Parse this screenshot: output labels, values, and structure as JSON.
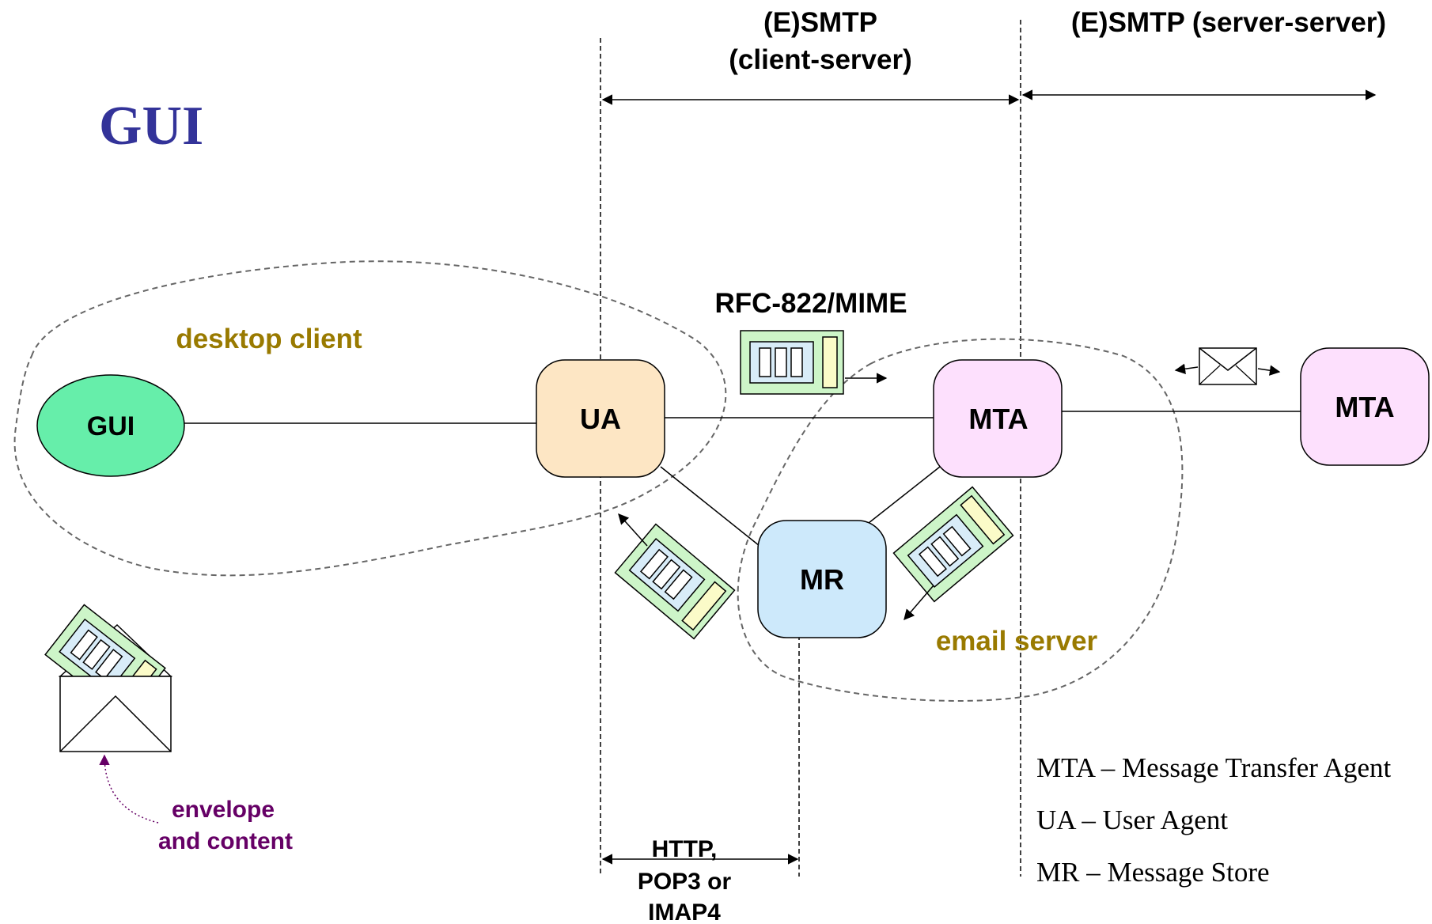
{
  "title": "GUI",
  "protocols": {
    "client_server_line1": "(E)SMTP",
    "client_server_line2": "(client-server)",
    "server_server": "(E)SMTP (server-server)",
    "access_line1": "HTTP,",
    "access_line2": "POP3 or",
    "access_line3": "IMAP4",
    "format": "RFC-822/MIME"
  },
  "regions": {
    "desktop": "desktop client",
    "server": "email server"
  },
  "nodes": {
    "gui": "GUI",
    "ua": "UA",
    "mta": "MTA",
    "mta_remote": "MTA",
    "mr": "MR"
  },
  "envelope_note": {
    "line1": "envelope",
    "line2": "and content"
  },
  "legend": [
    "MTA – Message Transfer Agent",
    "UA – User Agent",
    "MR – Message Store"
  ],
  "colors": {
    "title": "#333399",
    "region_label": "#997a00",
    "envelope_note": "#660066",
    "gui_fill": "#66eeaa",
    "ua_fill": "#fde6c4",
    "mta_fill": "#fde0fd",
    "mr_fill": "#cde9fb",
    "message_green": "#cdf5c8",
    "message_yellow": "#fbfbc8",
    "message_blue": "#d8ecf8"
  }
}
